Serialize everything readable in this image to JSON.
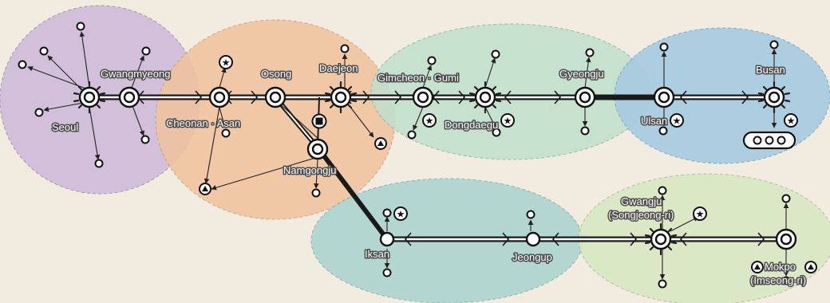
{
  "labels": {
    "seoul": "Seoul",
    "gwangmyeong": "Gwangmyeong",
    "cheonan_asan": "Cheonan · Asan",
    "osong": "Osong",
    "daejeon": "Daejeon",
    "namgongju": "Namgongju",
    "gimcheon_gumi": "Gimcheon · Gumi",
    "dongdaegu": "Dongdaegu",
    "gyeongju": "Gyeongju",
    "ulsan": "Ulsan",
    "busan": "Busan",
    "iksan": "Iksan",
    "jeongup": "Jeongup",
    "gwangju_1": "Gwangju",
    "gwangju_2": "(Songjeong-ri)",
    "mokpo_1": "Mokpo",
    "mokpo_2": "(Imseong-ri)"
  },
  "icons": [
    "station-icon",
    "star-icon",
    "triangle-icon",
    "square-icon",
    "small-circle-icon"
  ],
  "colors": {
    "background": "#f1ebe0",
    "region_purple": "#cdb9db",
    "region_orange": "#f0c39d",
    "region_green": "#bfe0cc",
    "region_blue": "#a6cbe0",
    "region_teal": "#a9d3ce",
    "region_lightgreen": "#d8e8c2",
    "line": "#1a1a1a"
  }
}
